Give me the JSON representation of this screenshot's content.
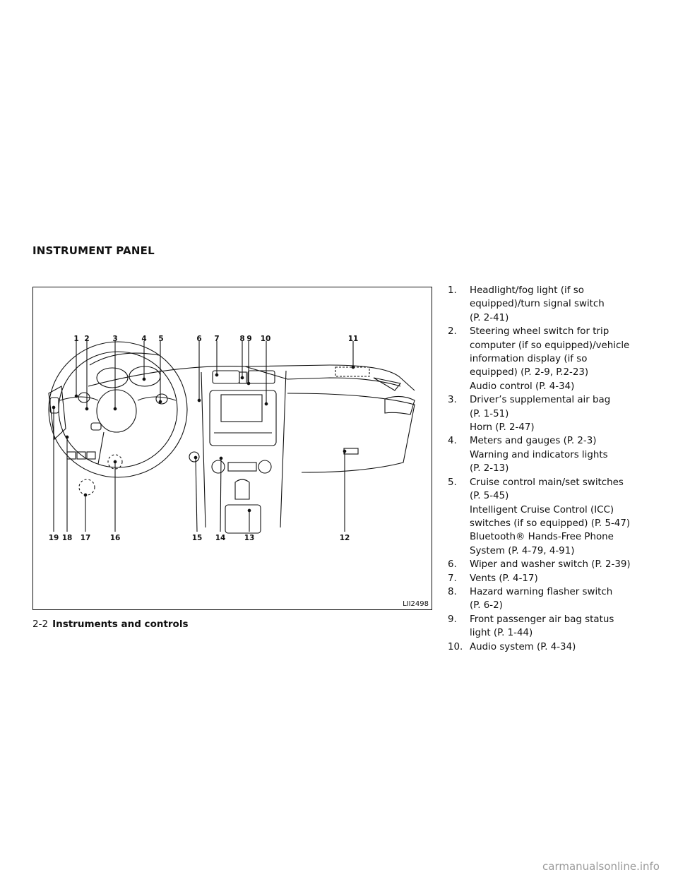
{
  "section_title": "INSTRUMENT PANEL",
  "figure": {
    "code": "LII2498",
    "top_callouts": [
      "1",
      "2",
      "3",
      "4",
      "5",
      "6",
      "7",
      "8",
      "9",
      "10",
      "11"
    ],
    "bottom_callouts": [
      "19",
      "18",
      "17",
      "16",
      "15",
      "14",
      "13",
      "12"
    ]
  },
  "items": [
    {
      "num": "1.",
      "lines": [
        "Headlight/fog light (if so",
        "equipped)/turn signal switch",
        "(P. 2-41)"
      ]
    },
    {
      "num": "2.",
      "lines": [
        "Steering wheel switch for trip",
        "computer (if so equipped)/vehicle",
        "information display (if so",
        "equipped) (P. 2-9, P.2-23)",
        "Audio control (P. 4-34)"
      ]
    },
    {
      "num": "3.",
      "lines": [
        "Driver’s supplemental air bag",
        "(P. 1-51)",
        "Horn (P. 2-47)"
      ]
    },
    {
      "num": "4.",
      "lines": [
        "Meters and gauges (P. 2-3)",
        "Warning and indicators lights",
        "(P. 2-13)"
      ]
    },
    {
      "num": "5.",
      "lines": [
        "Cruise control main/set switches",
        "(P. 5-45)",
        "Intelligent Cruise Control (ICC)",
        "switches (if so equipped) (P. 5-47)",
        "Bluetooth® Hands-Free Phone",
        "System (P. 4-79, 4-91)"
      ]
    },
    {
      "num": "6.",
      "lines": [
        "Wiper and washer switch (P. 2-39)"
      ]
    },
    {
      "num": "7.",
      "lines": [
        "Vents (P. 4-17)"
      ]
    },
    {
      "num": "8.",
      "lines": [
        "Hazard warning flasher switch",
        "(P. 6-2)"
      ]
    },
    {
      "num": "9.",
      "lines": [
        "Front passenger air bag status",
        "light (P. 1-44)"
      ]
    },
    {
      "num": "10.",
      "lines": [
        "Audio system (P. 4-34)"
      ]
    }
  ],
  "footer": {
    "page": "2-2",
    "chapter": "Instruments and controls"
  },
  "watermark": "carmanualsonline.info"
}
